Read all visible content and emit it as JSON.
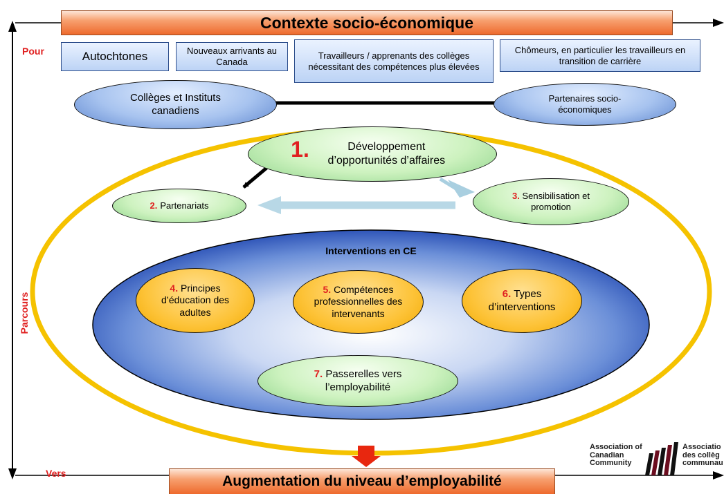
{
  "header": {
    "title": "Contexte socio-économique"
  },
  "footer": {
    "title": "Augmentation du niveau d’employabilité"
  },
  "side_labels": {
    "pour": "Pour",
    "parcours": "Parcours",
    "vers": "Vers"
  },
  "targets": [
    {
      "text": "Autochtones"
    },
    {
      "text": "Nouveaux arrivants au Canada"
    },
    {
      "text": "Travailleurs / apprenants des collèges nécessitant des compétences plus élevées"
    },
    {
      "text": "Chômeurs, en particulier les travailleurs en transition de carrière"
    }
  ],
  "partners": {
    "colleges": "Collèges et Instituts canadiens",
    "socio": "Partenaires socio-économiques"
  },
  "components": {
    "c1": {
      "num": "1.",
      "label": "Développement d’opportunités d’affaires"
    },
    "c2": {
      "num": "2.",
      "label": "Partenariats"
    },
    "c3": {
      "num": "3.",
      "label": "Sensibilisation et promotion"
    },
    "ce_title": "Interventions en CE",
    "c4": {
      "num": "4.",
      "label": "Principes d’éducation des adultes"
    },
    "c5": {
      "num": "5.",
      "label": "Compétences professionnelles des intervenants"
    },
    "c6": {
      "num": "6.",
      "label": "Types d’interventions"
    },
    "c7": {
      "num": "7.",
      "label": "Passerelles vers l’employabilité"
    }
  },
  "logo": {
    "en": [
      "Association of",
      "Canadian",
      "Community"
    ],
    "fr": [
      "Associatio",
      "des collèg",
      "communau"
    ]
  },
  "colors": {
    "accent_red": "#e02020",
    "banner_orange": "#ee6a2d",
    "ring_yellow": "#f5c200",
    "target_blue": "#bcd3f5",
    "intervention_orange": "#fdc338",
    "component_green": "#cdf2bf"
  }
}
